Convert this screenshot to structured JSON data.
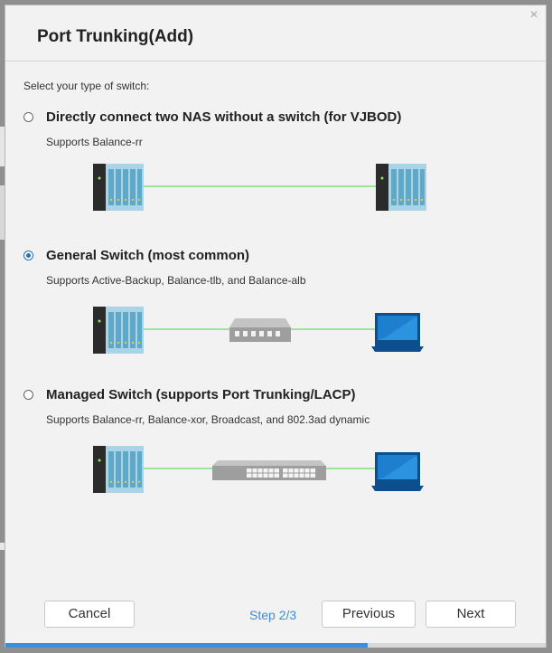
{
  "dialog": {
    "title": "Port Trunking(Add)",
    "close_icon": "close-icon",
    "prompt": "Select your type of switch:",
    "options": [
      {
        "label": "Directly connect two NAS without a switch (for VJBOD)",
        "description": "Supports Balance-rr",
        "selected": false,
        "diagram": [
          "nas-icon",
          "nas-icon"
        ]
      },
      {
        "label": "General Switch (most common)",
        "description": "Supports Active-Backup, Balance-tlb, and Balance-alb",
        "selected": true,
        "diagram": [
          "nas-icon",
          "switch-icon",
          "laptop-icon"
        ]
      },
      {
        "label": "Managed Switch (supports Port Trunking/LACP)",
        "description": "Supports Balance-rr, Balance-xor, Broadcast, and 802.3ad dynamic",
        "selected": false,
        "diagram": [
          "nas-icon",
          "managed-switch-icon",
          "laptop-icon"
        ]
      }
    ]
  },
  "footer": {
    "cancel_label": "Cancel",
    "step_label": "Step 2/3",
    "previous_label": "Previous",
    "next_label": "Next",
    "progress_fraction": 0.67
  },
  "colors": {
    "accent": "#3b8fdd",
    "link_line": "#7ee07e",
    "nas_body": "#2b2b2b",
    "nas_drive": "#5fa8c8",
    "laptop": "#1f7fcf"
  }
}
